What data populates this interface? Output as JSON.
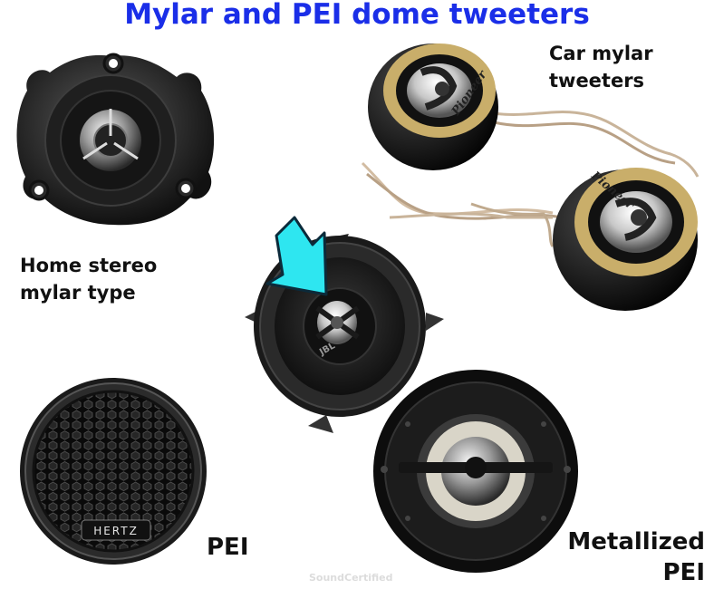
{
  "title": "Mylar and PEI dome tweeters",
  "labels": {
    "home": [
      "Home stereo",
      "mylar type"
    ],
    "car": [
      "Car mylar",
      "tweeters"
    ],
    "pei": "PEI",
    "metallized": [
      "Metallized",
      "PEI"
    ]
  },
  "brands": {
    "car_tweeter": "Pioneer",
    "coax_speaker": "JBL",
    "pei_tweeter": "HERTZ"
  },
  "watermark": "SoundCertified",
  "colors": {
    "title": "#1a2ee8",
    "arrow": "#2ee6f0",
    "gold_ring": "#c9ae6a"
  }
}
